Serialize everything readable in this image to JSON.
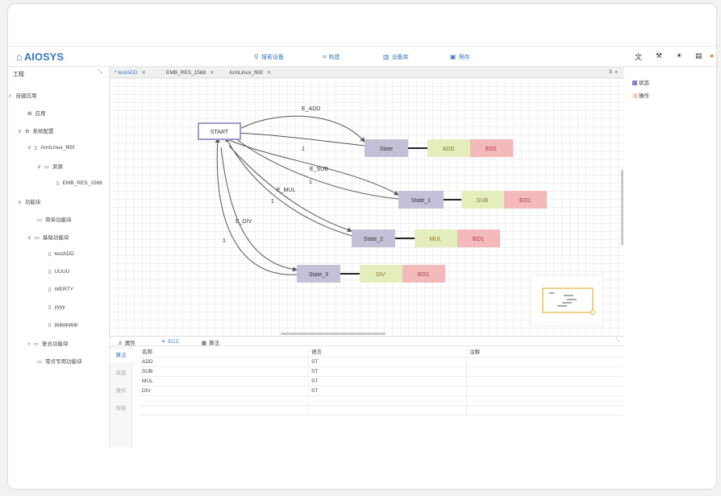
{
  "app": {
    "logo": "AIOSYS"
  },
  "toolbar": {
    "search": "搜索设备",
    "build": "构建",
    "library": "设备库",
    "save": "保存"
  },
  "sidebar": {
    "title": "工程",
    "items": [
      {
        "label": "自建应用"
      },
      {
        "label": "应用"
      },
      {
        "label": "系统配置"
      },
      {
        "label": "ArmLinux_f65f"
      },
      {
        "label": "资源"
      },
      {
        "label": "EMB_RES_1568"
      },
      {
        "label": "功能块"
      },
      {
        "label": "简单功能块"
      },
      {
        "label": "基础功能块"
      },
      {
        "label": "testADD"
      },
      {
        "label": "UUUU"
      },
      {
        "label": "WERTY"
      },
      {
        "label": "yyyy"
      },
      {
        "label": "pppppppp"
      },
      {
        "label": "复合功能块"
      },
      {
        "label": "零点专用功能块"
      }
    ]
  },
  "tabs": {
    "items": [
      {
        "label": "testADD",
        "modified": "*"
      },
      {
        "label": "EMB_RES_1568"
      },
      {
        "label": "ArmLinux_f65f"
      }
    ],
    "count": "3",
    "more": "»"
  },
  "diagram": {
    "start": "START",
    "states": [
      {
        "name": "State",
        "algo": "ADD",
        "event": "EO1"
      },
      {
        "name": "State_1",
        "algo": "SUB",
        "event": "EO1"
      },
      {
        "name": "State_2",
        "algo": "MUL",
        "event": "EO1"
      },
      {
        "name": "State_3",
        "algo": "DIV",
        "event": "EO1"
      }
    ],
    "edges": {
      "add": "E_ADD",
      "sub": "E_SUB",
      "mul": "E_MUL",
      "div": "E_DIV",
      "back": "1"
    },
    "colors": {
      "state": "#c3c0d8",
      "algo": "#e4eebd",
      "event": "#f4b9bb",
      "start_border": "#a49ac8"
    }
  },
  "panel": {
    "tabs": {
      "props": "属性",
      "ecc": "ECC",
      "algo": "算法"
    },
    "side_tabs": {
      "algo": "算法",
      "state": "状态",
      "action": "操作",
      "transition": "转换"
    },
    "columns": {
      "name": "名称",
      "lang": "语言",
      "comment": "注解"
    },
    "rows": [
      {
        "name": "ADD",
        "lang": "ST",
        "comment": ""
      },
      {
        "name": "SUB",
        "lang": "ST",
        "comment": ""
      },
      {
        "name": "MUL",
        "lang": "ST",
        "comment": ""
      },
      {
        "name": "DIV",
        "lang": "ST",
        "comment": ""
      }
    ]
  },
  "right_panel": {
    "state": "状态",
    "action": "操作"
  }
}
